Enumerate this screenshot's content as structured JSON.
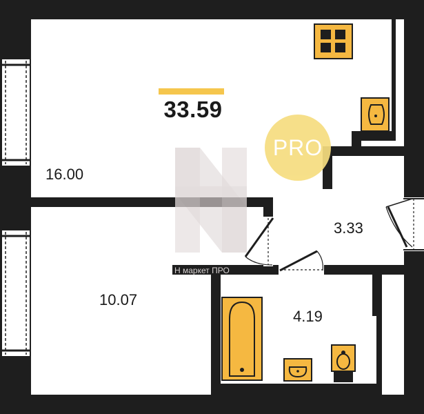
{
  "plan": {
    "total_area": "33.59",
    "rooms": [
      {
        "id": "living-room",
        "area": "16.00"
      },
      {
        "id": "bedroom",
        "area": "10.07"
      },
      {
        "id": "hallway",
        "area": "3.33"
      },
      {
        "id": "bathroom",
        "area": "4.19"
      }
    ]
  },
  "badge": {
    "label": "PRO"
  },
  "watermark": {
    "text": "Н маркет ПРО"
  },
  "colors": {
    "wall": "#1e1e1e",
    "fixture": "#f5b841",
    "accent_bar": "#f5c64d",
    "badge": "#f6dd7f"
  }
}
